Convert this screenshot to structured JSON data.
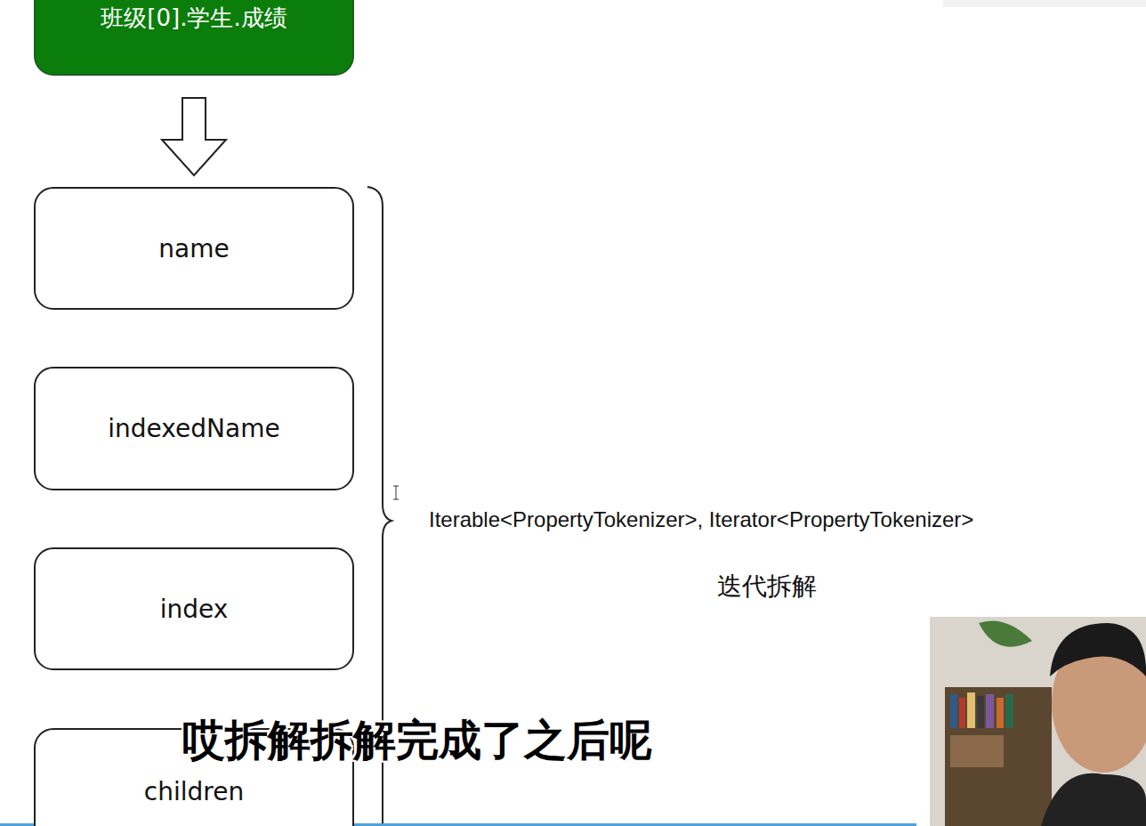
{
  "diagram": {
    "nodes": [
      {
        "text": [
          "班级[0].学生.成绩"
        ]
      },
      {
        "text": [
          "name"
        ]
      },
      {
        "text": [
          "indexedName"
        ]
      },
      {
        "text": [
          "index"
        ]
      },
      {
        "text": [
          "children"
        ]
      }
    ],
    "edges": [
      {
        "from": 0,
        "to": 1,
        "arrow": "to"
      }
    ],
    "labels": [
      "Iterable<PropertyTokenizer>, Iterator<PropertyTokenizer>",
      "迭代拆解",
      "哎拆解拆解完成了之后呢"
    ]
  }
}
